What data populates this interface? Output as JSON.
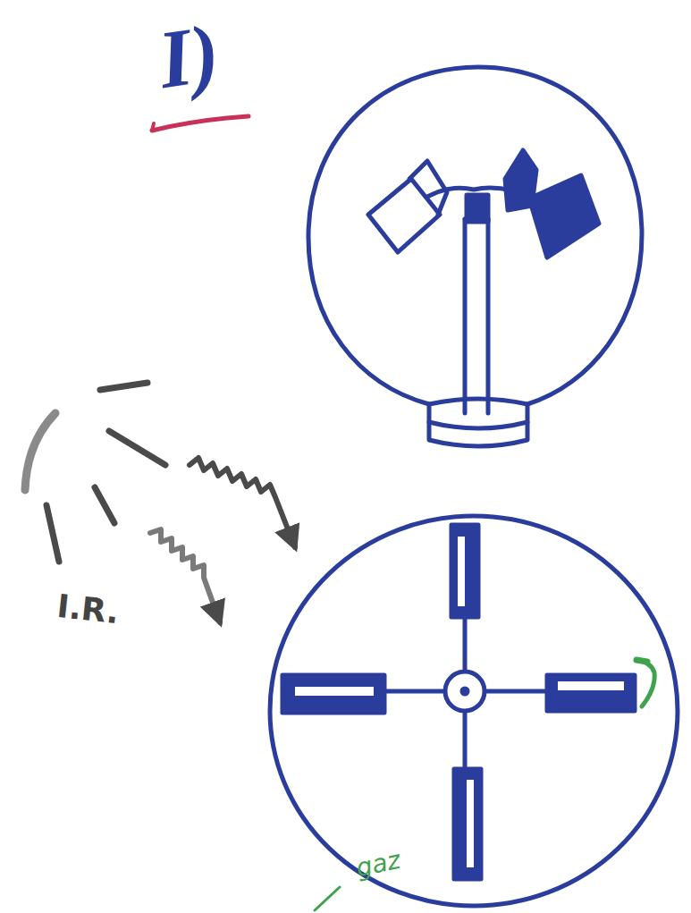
{
  "diagram": {
    "labels": [
      "I)",
      "I.R.",
      "gaz"
    ]
  }
}
